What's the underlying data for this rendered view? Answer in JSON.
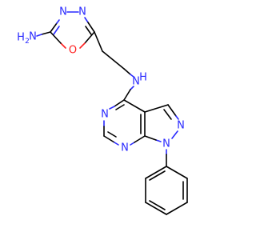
{
  "molecule": {
    "atoms": {
      "amine_n": "N",
      "amine_h": "H",
      "amine_h_sub": "2",
      "oxadiazole_n3": "N",
      "oxadiazole_n4": "N",
      "oxadiazole_o": "O",
      "linker_n": "N",
      "linker_h": "H",
      "pyrimidine_n5": "N",
      "pyrimidine_n7": "N",
      "pyrazole_n2": "N",
      "pyrazole_n1": "N"
    },
    "colors": {
      "carbon_bond": "#000000",
      "nitrogen": "#2a2aff",
      "oxygen": "#ff2020"
    }
  }
}
